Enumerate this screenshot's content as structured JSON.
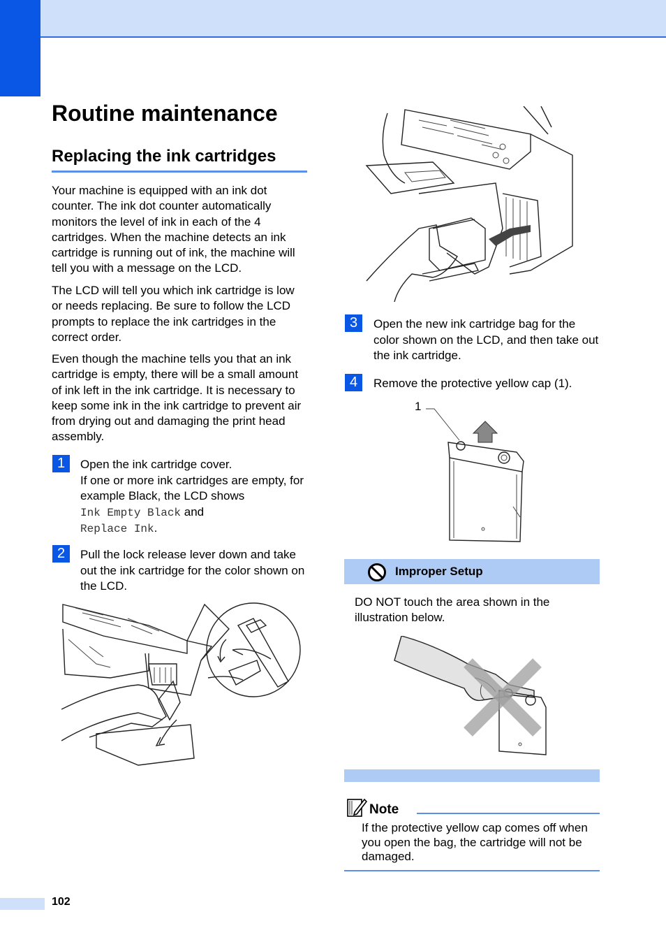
{
  "chapter_title": "Routine maintenance",
  "section_title": "Replacing the ink cartridges",
  "intro_paragraphs": [
    "Your machine is equipped with an ink dot counter. The ink dot counter automatically monitors the level of ink in each of the 4 cartridges. When the machine detects an ink cartridge is running out of ink, the machine will tell you with a message on the LCD.",
    "The LCD will tell you which ink cartridge is low or needs replacing. Be sure to follow the LCD prompts to replace the ink cartridges in the correct order.",
    "Even though the machine tells you that an ink cartridge is empty, there will be a small amount of ink left in the ink cartridge. It is necessary to keep some ink in the ink cartridge to prevent air from drying out and damaging the print head assembly."
  ],
  "steps": [
    {
      "num": "1",
      "line1": "Open the ink cartridge cover.",
      "line2": "If one or more ink cartridges are empty, for example Black, the LCD shows",
      "lcd1": "Ink Empty Black",
      "and": "and",
      "lcd2": "Replace Ink",
      "period": "."
    },
    {
      "num": "2",
      "text": "Pull the lock release lever down and take out the ink cartridge for the color shown on the LCD."
    },
    {
      "num": "3",
      "text": "Open the new ink cartridge bag for the color shown on the LCD, and then take out the ink cartridge."
    },
    {
      "num": "4",
      "text": "Remove the protective yellow cap (1)."
    }
  ],
  "callout_number": "1",
  "improper_setup": {
    "label": "Improper Setup",
    "text": "DO NOT touch the area shown in the illustration below."
  },
  "note": {
    "label": "Note",
    "text": "If the protective yellow cap comes off when you open the bag, the cartridge will not be damaged."
  },
  "page_number": "102",
  "colors": {
    "accent_blue": "#0a57e6",
    "light_blue": "#cfe0fb",
    "box_blue": "#aecbf6"
  }
}
